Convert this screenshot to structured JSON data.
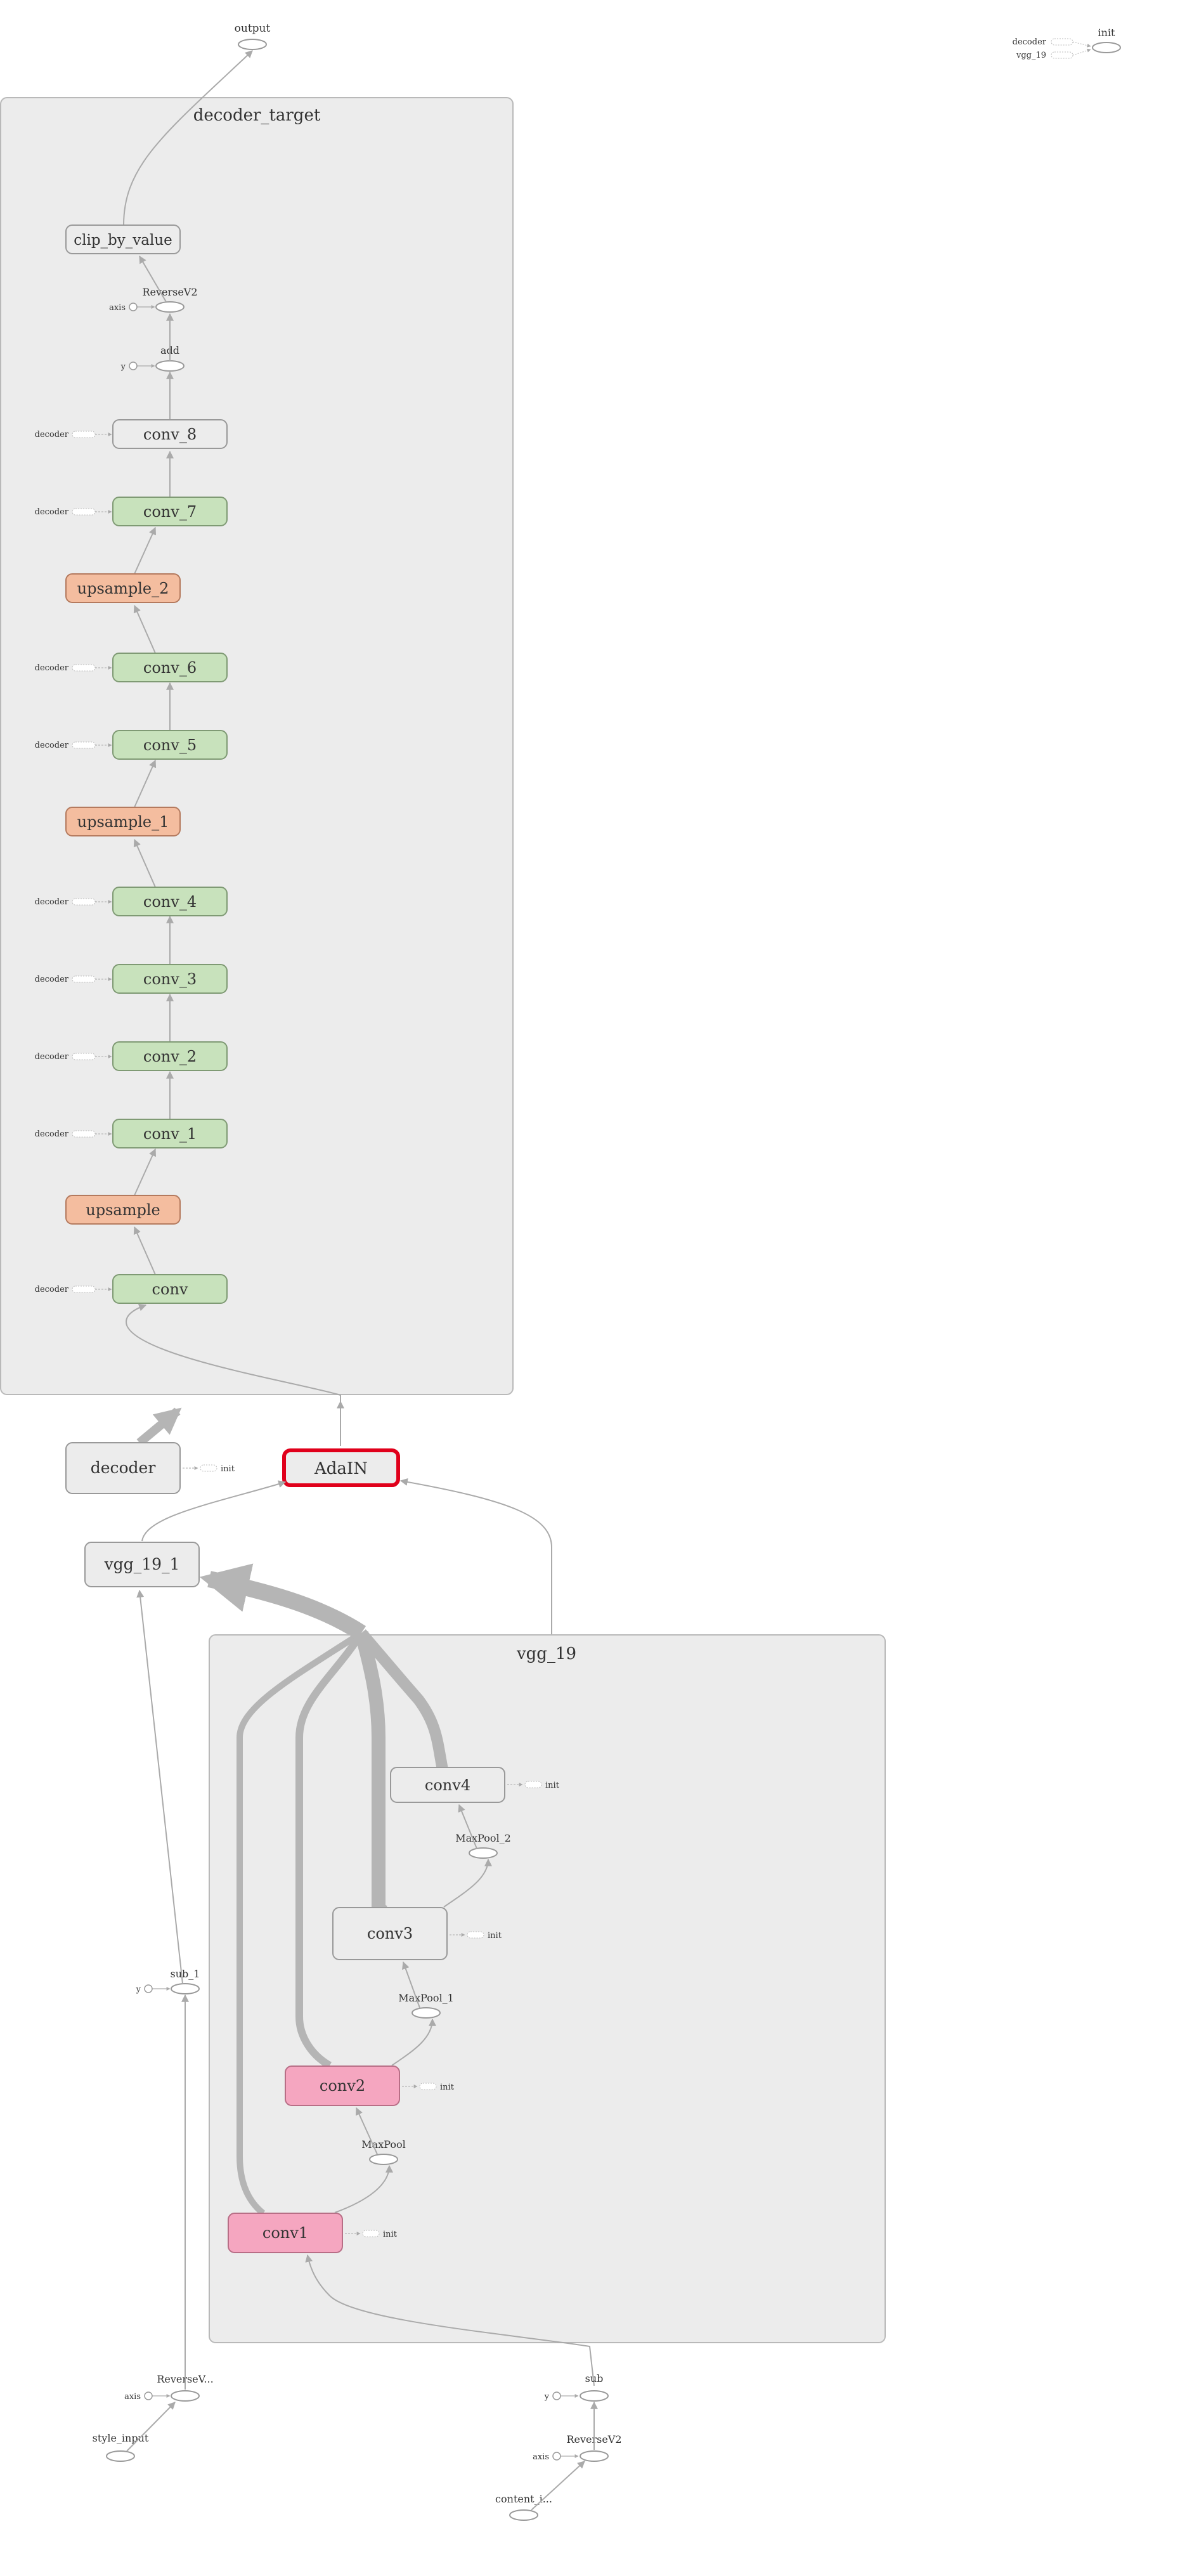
{
  "graph": {
    "decoder_target": {
      "title": "decoder_target",
      "nodes": {
        "clip": "clip_by_value",
        "reverse": "ReverseV2",
        "axis": "axis",
        "add": "add",
        "y": "y",
        "conv_8": "conv_8",
        "conv_7": "conv_7",
        "upsample_2": "upsample_2",
        "conv_6": "conv_6",
        "conv_5": "conv_5",
        "upsample_1": "upsample_1",
        "conv_4": "conv_4",
        "conv_3": "conv_3",
        "conv_2": "conv_2",
        "conv_1": "conv_1",
        "upsample": "upsample",
        "conv": "conv"
      },
      "decoder_label": "decoder"
    },
    "output": "output",
    "init_group": {
      "init": "init",
      "decoder": "decoder",
      "vgg_19": "vgg_19"
    },
    "middle": {
      "decoder": "decoder",
      "init": "init",
      "adain": "AdaIN",
      "vgg_19_1": "vgg_19_1"
    },
    "vgg_19": {
      "title": "vgg_19",
      "conv4": "conv4",
      "maxpool_2": "MaxPool_2",
      "conv3": "conv3",
      "maxpool_1": "MaxPool_1",
      "conv2": "conv2",
      "maxpool": "MaxPool",
      "conv1": "conv1",
      "init": "init"
    },
    "inputs": {
      "sub_1": "sub_1",
      "y": "y",
      "reverse_trunc": "ReverseV...",
      "axis": "axis",
      "style_input": "style_input",
      "sub": "sub",
      "reverse": "ReverseV2",
      "content": "content_i..."
    }
  },
  "colors": {
    "group_fill": "#ececec",
    "group_stroke": "#b9b9b9",
    "conv_green": "#c8e2bc",
    "conv_green_stroke": "#7f9a74",
    "upsample_orange": "#f4bd9f",
    "upsample_stroke": "#b47a5e",
    "pink": "#f5a6c0",
    "pink_stroke": "#b86e86",
    "adain_highlight": "#e0001b",
    "edge": "#aaaaaa"
  }
}
